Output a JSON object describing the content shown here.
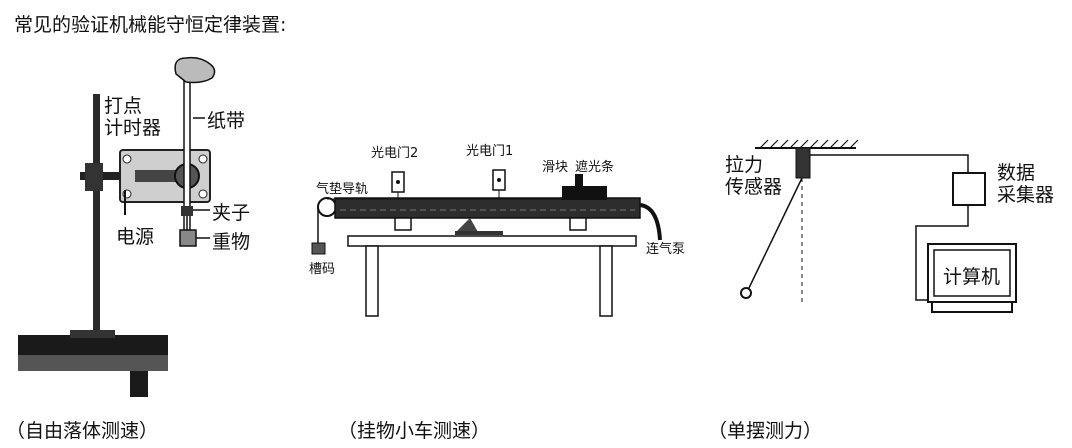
{
  "title": "常见的验证机械能守恒定律装置:",
  "freefall": {
    "caption": "（自由落体测速）",
    "timer_line1": "打点",
    "timer_line2": "计时器",
    "tape": "纸带",
    "clip": "夹子",
    "power": "电源",
    "weight": "重物"
  },
  "cart": {
    "caption": "（挂物小车测速）",
    "gate2": "光电门2",
    "gate1": "光电门1",
    "slider": "滑块",
    "shade": "遮光条",
    "track": "气垫导轨",
    "pump": "连气泵",
    "hook_weight": "槽码"
  },
  "pendulum": {
    "caption": "（单摆测力）",
    "sensor_line1": "拉力",
    "sensor_line2": "传感器",
    "collector_line1": "数据",
    "collector_line2": "采集器",
    "computer": "计算机"
  }
}
